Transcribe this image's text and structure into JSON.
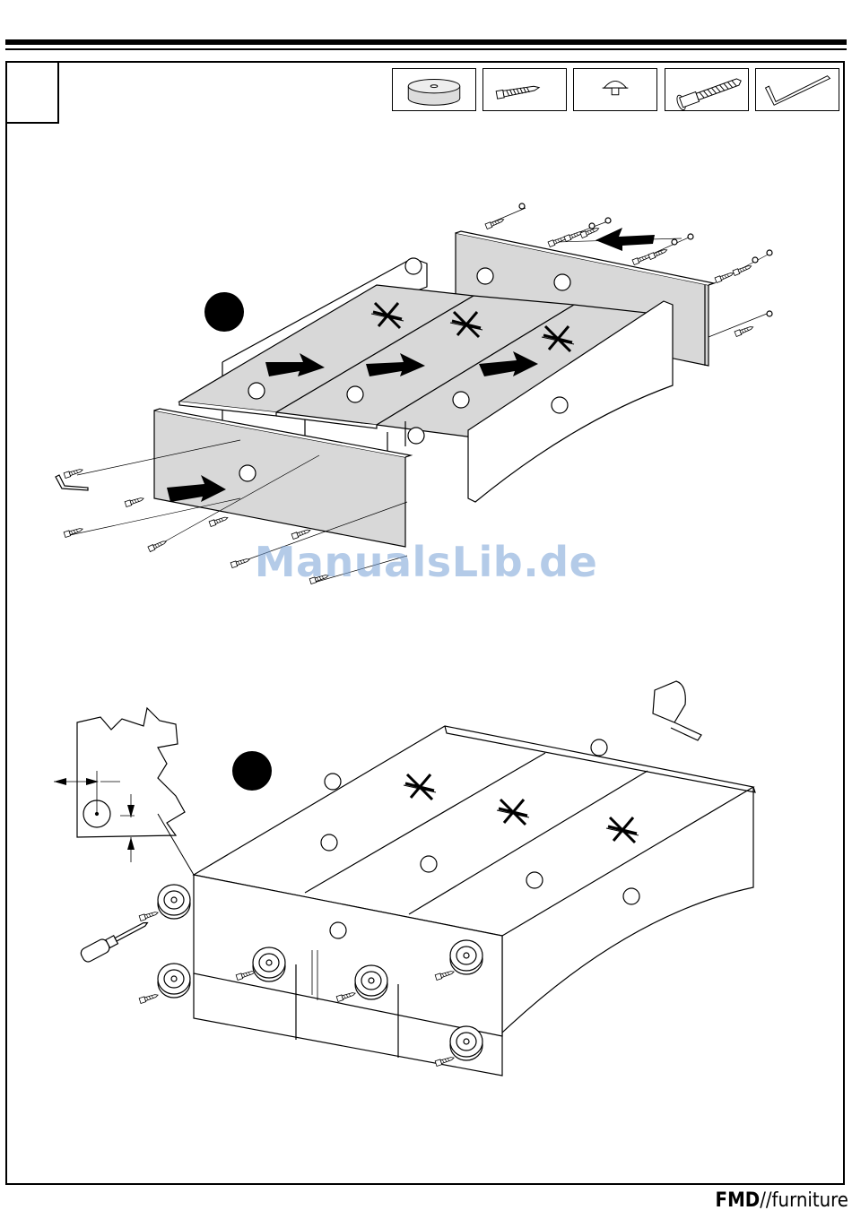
{
  "page": {
    "watermark": "ManualsLib.de",
    "brand_bold": "FMD",
    "brand_rest": "//furniture"
  },
  "hardware": [
    {
      "name": "felt-pad-icon"
    },
    {
      "name": "wood-screw-icon"
    },
    {
      "name": "cap-icon"
    },
    {
      "name": "connector-bolt-icon"
    },
    {
      "name": "allen-key-icon"
    }
  ]
}
